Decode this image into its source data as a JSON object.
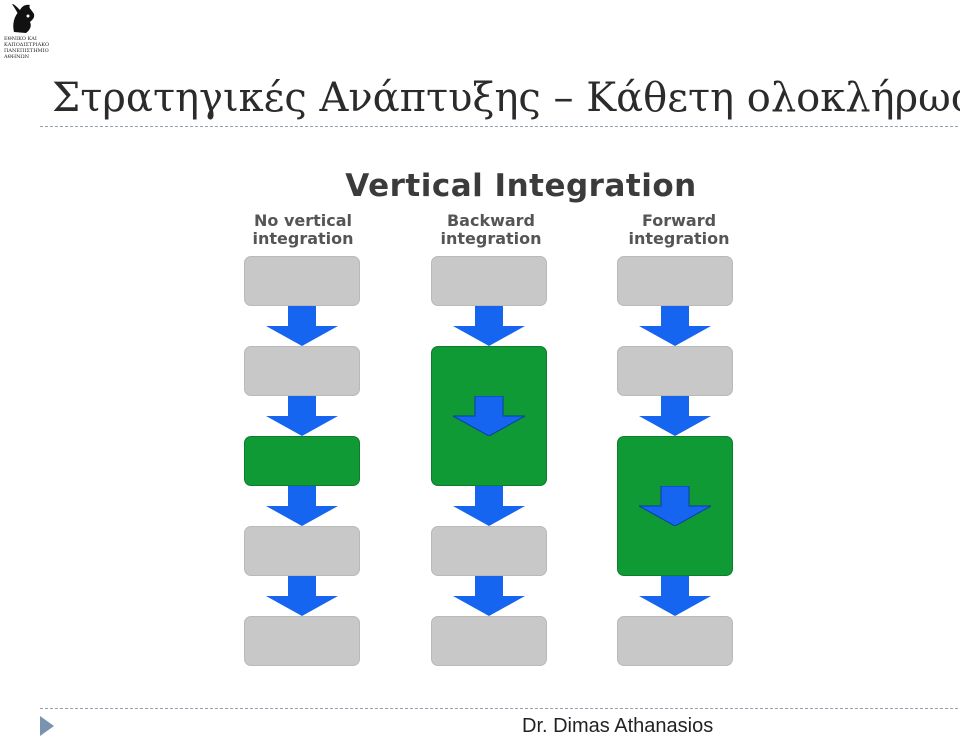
{
  "logo": {
    "text": "ΕΘΝΙΚΟ ΚΑΙ\nΚΑΠΟΔΙΣΤΡΙΑΚΟ\nΠΑΝΕΠΙΣΤΗΜΙΟ\nΑΘΗΝΩΝ"
  },
  "slide": {
    "title": "Στρατηγικές Ανάπτυξης – Κάθετη ολοκλήρωση",
    "footer_author": "Dr. Dimas Athanasios"
  },
  "diagram": {
    "title": "Vertical Integration",
    "columns": [
      {
        "label": "No vertical integration"
      },
      {
        "label": "Backward integration"
      },
      {
        "label": "Forward integration"
      }
    ]
  },
  "colors": {
    "box_gray": "#c8c8c8",
    "box_green": "#109a35",
    "arrow_blue": "#1565f0",
    "rule": "#8fa1b3"
  }
}
